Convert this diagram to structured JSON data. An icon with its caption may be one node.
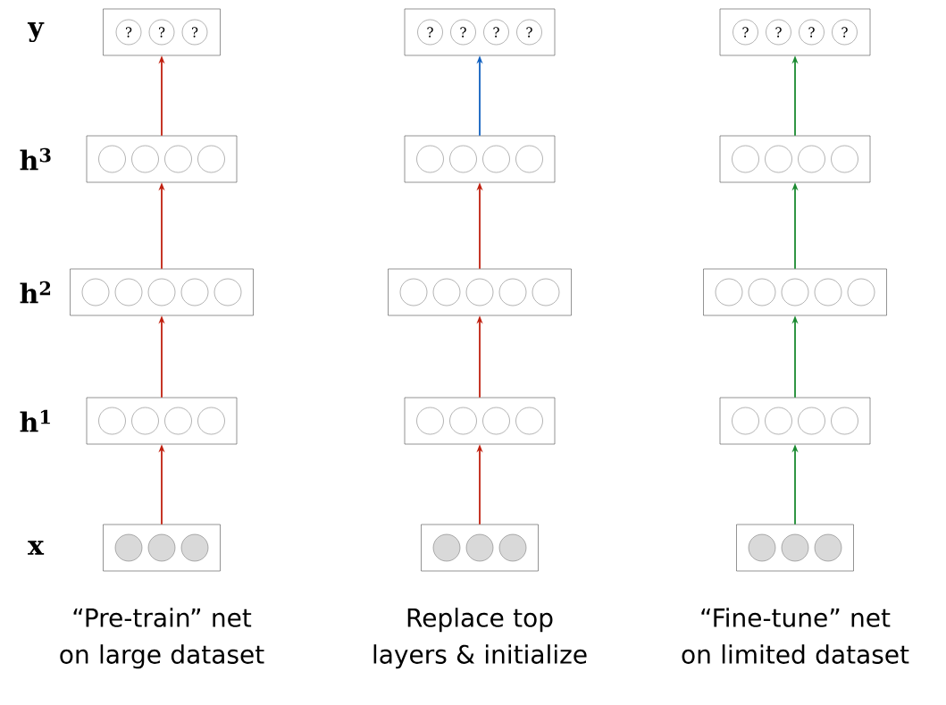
{
  "diagram": {
    "nodes": [
      {
        "text": [],
        "shape": "box"
      },
      {
        "text": [
          "?"
        ],
        "in": 0
      },
      {
        "text": [
          "?"
        ],
        "in": 0
      },
      {
        "text": [
          "?"
        ],
        "in": 0
      },
      {
        "text": [],
        "shape": "box"
      },
      {
        "text": [
          "?"
        ],
        "in": 4
      },
      {
        "text": [
          "?"
        ],
        "in": 4
      },
      {
        "text": [
          "?"
        ],
        "in": 4
      },
      {
        "text": [
          "?"
        ],
        "in": 4
      },
      {
        "text": [],
        "shape": "box"
      },
      {
        "text": [
          "?"
        ],
        "in": 9
      },
      {
        "text": [
          "?"
        ],
        "in": 9
      },
      {
        "text": [
          "?"
        ],
        "in": 9
      },
      {
        "text": [
          "?"
        ],
        "in": 9
      },
      {
        "text": [],
        "shape": "box"
      },
      {
        "text": [],
        "shape": "circle",
        "in": 14
      },
      {
        "text": [],
        "shape": "circle",
        "in": 14
      },
      {
        "text": [],
        "shape": "circle",
        "in": 14
      },
      {
        "text": [],
        "shape": "circle",
        "in": 14
      },
      {
        "text": [],
        "shape": "box"
      },
      {
        "text": [],
        "shape": "circle",
        "in": 19
      },
      {
        "text": [],
        "shape": "circle",
        "in": 19
      },
      {
        "text": [],
        "shape": "circle",
        "in": 19
      },
      {
        "text": [],
        "shape": "circle",
        "in": 19
      },
      {
        "text": [],
        "shape": "box"
      },
      {
        "text": [],
        "shape": "circle",
        "in": 24
      },
      {
        "text": [],
        "shape": "circle",
        "in": 24
      },
      {
        "text": [],
        "shape": "circle",
        "in": 24
      },
      {
        "text": [],
        "shape": "circle",
        "in": 24
      },
      {
        "text": [],
        "shape": "box"
      },
      {
        "text": [],
        "shape": "circle",
        "in": 29
      },
      {
        "text": [],
        "shape": "circle",
        "in": 29
      },
      {
        "text": [],
        "shape": "circle",
        "in": 29
      },
      {
        "text": [],
        "shape": "circle",
        "in": 29
      },
      {
        "text": [],
        "shape": "circle",
        "in": 29
      },
      {
        "text": [],
        "shape": "box"
      },
      {
        "text": [],
        "shape": "circle",
        "in": 35
      },
      {
        "text": [],
        "shape": "circle",
        "in": 35
      },
      {
        "text": [],
        "shape": "circle",
        "in": 35
      },
      {
        "text": [],
        "shape": "circle",
        "in": 35
      },
      {
        "text": [],
        "shape": "circle",
        "in": 35
      },
      {
        "text": [],
        "shape": "box"
      },
      {
        "text": [],
        "shape": "circle",
        "in": 41
      },
      {
        "text": [],
        "shape": "circle",
        "in": 41
      },
      {
        "text": [],
        "shape": "circle",
        "in": 41
      },
      {
        "text": [],
        "shape": "circle",
        "in": 41
      },
      {
        "text": [],
        "shape": "circle",
        "in": 41
      },
      {
        "text": [],
        "shape": "box"
      },
      {
        "text": [],
        "shape": "circle",
        "in": 47
      },
      {
        "text": [],
        "shape": "circle",
        "in": 47
      },
      {
        "text": [],
        "shape": "circle",
        "in": 47
      },
      {
        "text": [],
        "shape": "circle",
        "in": 47
      },
      {
        "text": [],
        "shape": "box"
      },
      {
        "text": [],
        "shape": "circle",
        "in": 52
      },
      {
        "text": [],
        "shape": "circle",
        "in": 52
      },
      {
        "text": [],
        "shape": "circle",
        "in": 52
      },
      {
        "text": [],
        "shape": "circle",
        "in": 52
      },
      {
        "text": [],
        "shape": "box"
      },
      {
        "text": [],
        "shape": "circle",
        "in": 57
      },
      {
        "text": [],
        "shape": "circle",
        "in": 57
      },
      {
        "text": [],
        "shape": "circle",
        "in": 57
      },
      {
        "text": [],
        "shape": "circle",
        "in": 57
      },
      {
        "text": [],
        "shape": "box"
      },
      {
        "text": [],
        "shape": "circle",
        "in": 62
      },
      {
        "text": [],
        "shape": "circle",
        "in": 62
      },
      {
        "text": [],
        "shape": "circle",
        "in": 62
      },
      {
        "text": [],
        "shape": "box"
      },
      {
        "text": [],
        "shape": "circle",
        "in": 66
      },
      {
        "text": [],
        "shape": "circle",
        "in": 66
      },
      {
        "text": [],
        "shape": "circle",
        "in": 66
      },
      {
        "text": [],
        "shape": "box"
      },
      {
        "text": [],
        "shape": "circle",
        "in": 70
      },
      {
        "text": [],
        "shape": "circle",
        "in": 70
      },
      {
        "text": [],
        "shape": "circle",
        "in": 70
      }
    ],
    "edges": [
      {
        "from": 62,
        "to": 47,
        "arrow": "to"
      },
      {
        "from": 47,
        "to": 29,
        "arrow": "to"
      },
      {
        "from": 29,
        "to": 14,
        "arrow": "to"
      },
      {
        "from": 14,
        "to": 0,
        "arrow": "to"
      },
      {
        "from": 66,
        "to": 52,
        "arrow": "to"
      },
      {
        "from": 52,
        "to": 35,
        "arrow": "to"
      },
      {
        "from": 35,
        "to": 19,
        "arrow": "to"
      },
      {
        "from": 19,
        "to": 4,
        "arrow": "to",
        "color": "#1060c0"
      },
      {
        "from": 70,
        "to": 57,
        "arrow": "to",
        "color": "#1a8a30"
      },
      {
        "from": 57,
        "to": 41,
        "arrow": "to",
        "color": "#1a8a30"
      },
      {
        "from": 41,
        "to": 24,
        "arrow": "to",
        "color": "#1a8a30"
      },
      {
        "from": 24,
        "to": 9,
        "arrow": "to",
        "color": "#1a8a30"
      }
    ],
    "labels": [
      "y",
      "h$^{3}$",
      "h$^{2}$",
      "h$^{1}$",
      "x",
      "“Pre-train” net on large dataset",
      "Replace top layers & initialize",
      "“Fine-tune” net on limited dataset"
    ]
  }
}
